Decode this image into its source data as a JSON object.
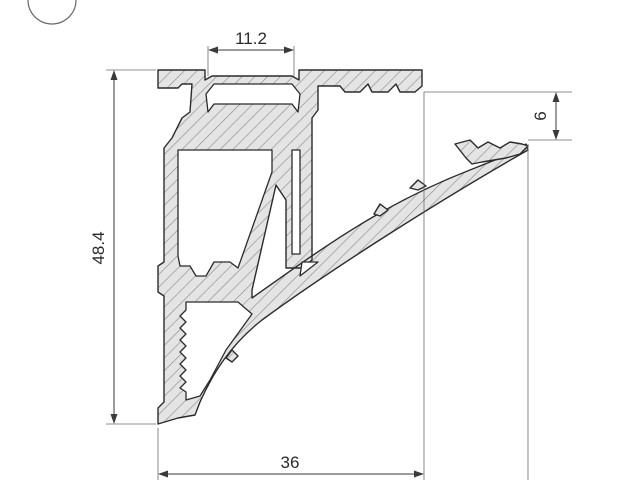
{
  "dimensions": {
    "width_top": "11.2",
    "height_left": "48.4",
    "depth_right": "6",
    "width_bottom": "36"
  }
}
